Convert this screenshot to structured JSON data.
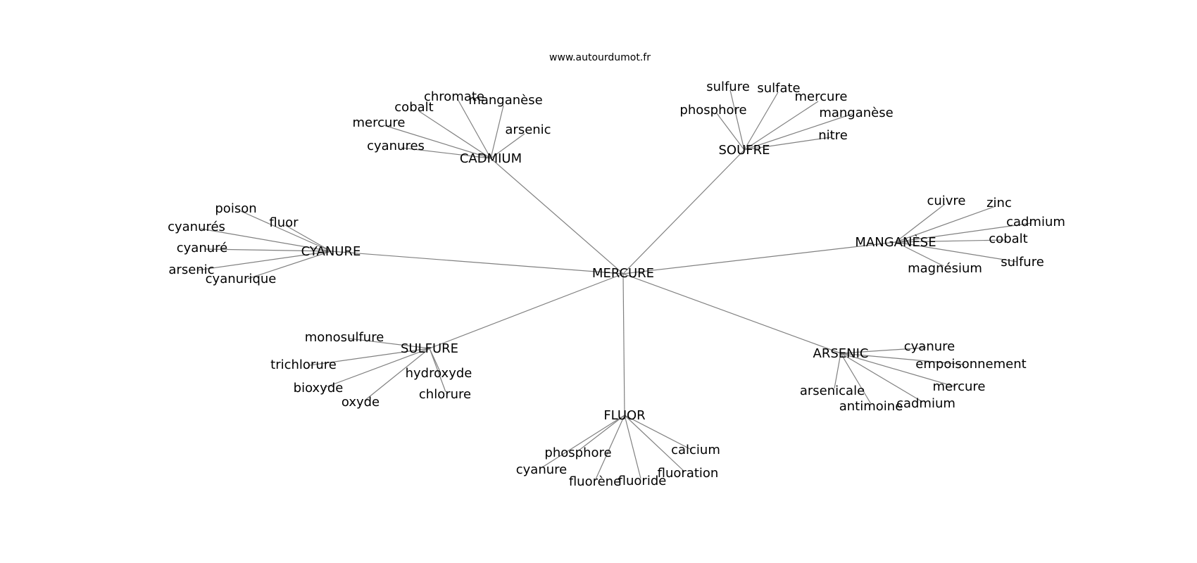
{
  "source": "www.autourdumot.fr",
  "center": "MERCURE",
  "clusters": [
    {
      "hub": "CADMIUM",
      "words": [
        "chromate",
        "manganèse",
        "cobalt",
        "mercure",
        "cyanures",
        "arsenic"
      ]
    },
    {
      "hub": "SOUFRE",
      "words": [
        "sulfure",
        "sulfate",
        "phosphore",
        "mercure",
        "manganèse",
        "nitre"
      ]
    },
    {
      "hub": "CYANURE",
      "words": [
        "poison",
        "fluor",
        "cyanurés",
        "cyanuré",
        "arsenic",
        "cyanurique"
      ]
    },
    {
      "hub": "MANGANÈSE",
      "words": [
        "cuivre",
        "zinc",
        "cadmium",
        "cobalt",
        "sulfure",
        "magnésium"
      ]
    },
    {
      "hub": "SULFURE",
      "words": [
        "monosulfure",
        "trichlorure",
        "hydroxyde",
        "bioxyde",
        "chlorure",
        "oxyde"
      ]
    },
    {
      "hub": "ARSENIC",
      "words": [
        "cyanure",
        "empoisonnement",
        "mercure",
        "arsenicale",
        "cadmium",
        "antimoine"
      ]
    },
    {
      "hub": "FLUOR",
      "words": [
        "phosphore",
        "calcium",
        "cyanure",
        "fluoration",
        "fluorène",
        "fluoride"
      ]
    }
  ],
  "colors": {
    "edge": "#808080",
    "text": "#000000",
    "background": "#ffffff"
  }
}
